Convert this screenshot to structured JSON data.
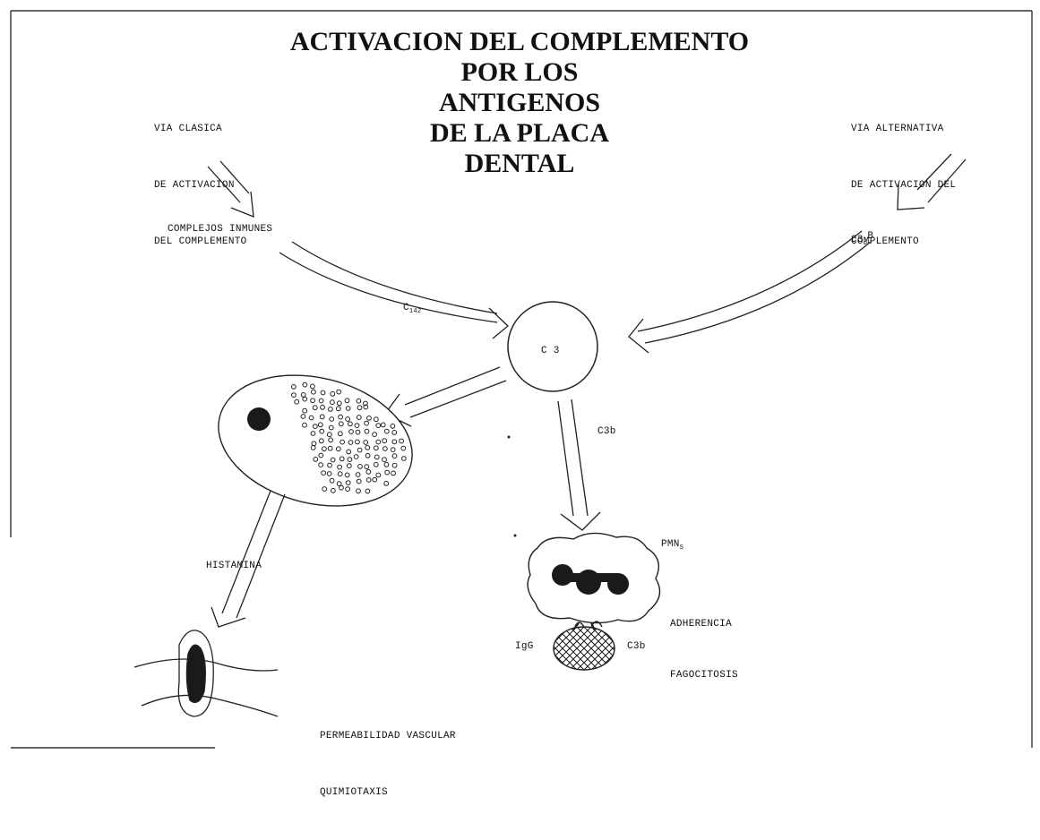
{
  "title_lines": [
    "ACTIVACION DEL COMPLEMENTO",
    "POR LOS",
    "ANTIGENOS",
    "DE LA PLACA",
    "DENTAL"
  ],
  "classical_pathway": {
    "lines": [
      "VIA CLASICA",
      "DE ACTIVACION",
      "DEL COMPLEMENTO"
    ]
  },
  "alternative_pathway": {
    "lines": [
      "VIA ALTERNATIVA",
      "DE ACTIVACION DEL",
      "COMPLEMENTO"
    ]
  },
  "immune_complexes": "COMPLEJOS INMUNES",
  "c142": {
    "base": "C",
    "sub": "142"
  },
  "c3b_b": {
    "base": "C3",
    "sub": "b",
    "suffix": "B"
  },
  "c3_node": "C 3",
  "c3b_arrow": "C3b",
  "histamina": "HISTAMINA",
  "pmns": {
    "base": "PMN",
    "sub": "S"
  },
  "adherence": [
    "ADHERENCIA",
    "FAGOCITOSIS"
  ],
  "igg": "IgG",
  "c3b_bottom": "C3b",
  "outcome": [
    "PERMEABILIDAD VASCULAR",
    "QUIMIOTAXIS"
  ]
}
